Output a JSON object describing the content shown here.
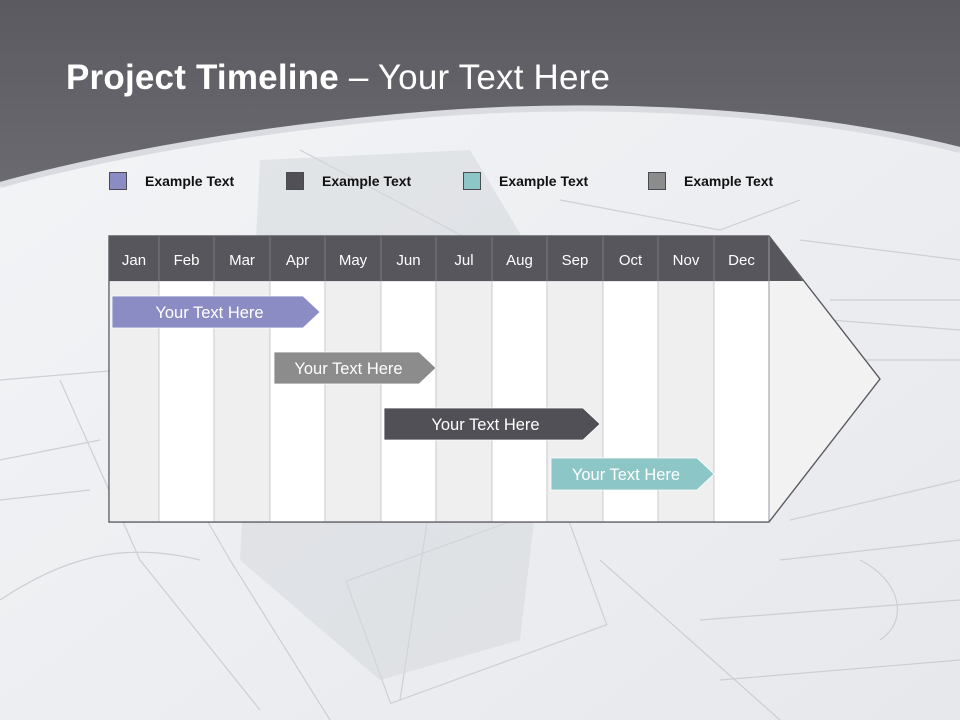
{
  "slide": {
    "title_bold": "Project Timeline",
    "title_rest": " – Your Text Here"
  },
  "legend": [
    {
      "label": "Example Text",
      "color": "#8c8cc4"
    },
    {
      "label": "Example Text",
      "color": "#505056"
    },
    {
      "label": "Example Text",
      "color": "#8cc6c6"
    },
    {
      "label": "Example Text",
      "color": "#8c8c8c"
    }
  ],
  "months": [
    "Jan",
    "Feb",
    "Mar",
    "Apr",
    "May",
    "Jun",
    "Jul",
    "Aug",
    "Sep",
    "Oct",
    "Nov",
    "Dec"
  ],
  "tasks": [
    {
      "label": "Your  Text Here",
      "start_month": "Jan",
      "end_month": "Apr",
      "color": "#8c8cc4"
    },
    {
      "label": "Your  Text Here",
      "start_month": "Apr",
      "end_month": "Jun",
      "color": "#8c8c8c"
    },
    {
      "label": "Your  Text Here",
      "start_month": "Jun",
      "end_month": "Sep",
      "color": "#505056"
    },
    {
      "label": "Your  Text Here",
      "start_month": "Sep",
      "end_month": "Dec",
      "color": "#8cc6c6"
    }
  ]
}
